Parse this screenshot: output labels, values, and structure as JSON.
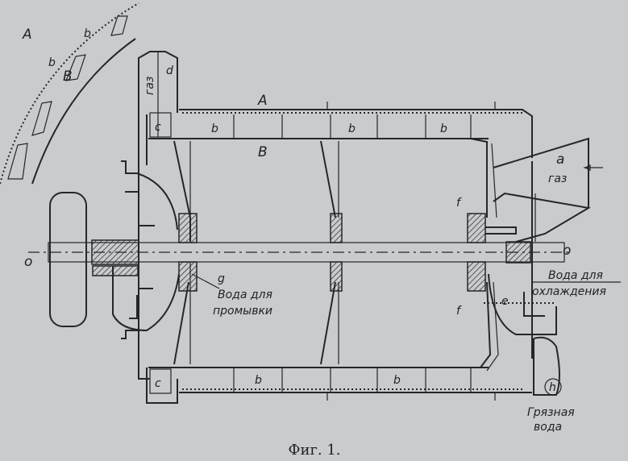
{
  "figure": {
    "caption": "Фиг. 1.",
    "labels": {
      "arc_A": "A",
      "arc_b1": "b",
      "arc_b2": "b",
      "arc_B": "B",
      "gas_outlet": "газ",
      "d": "d",
      "casing_A": "A",
      "c_top": "c",
      "c_bottom": "c",
      "b_top_1": "b",
      "b_top_2": "b",
      "b_top_3": "b",
      "drum_B": "B",
      "a": "a",
      "gas_inlet": "газ",
      "f_top": "f",
      "f_bottom": "f",
      "o_left": "o",
      "o_right": "o",
      "g": "g",
      "wash_water_1": "Вода для",
      "wash_water_2": "промывки",
      "cool_water_1": "Вода для",
      "cool_water_2": "охлаждения",
      "e": "e",
      "b_bottom_1": "b",
      "b_bottom_2": "b",
      "h": "h",
      "dirty_water_1": "Грязная",
      "dirty_water_2": "вода"
    }
  },
  "colors": {
    "background": "#c8ccce",
    "ink": "#262626"
  }
}
